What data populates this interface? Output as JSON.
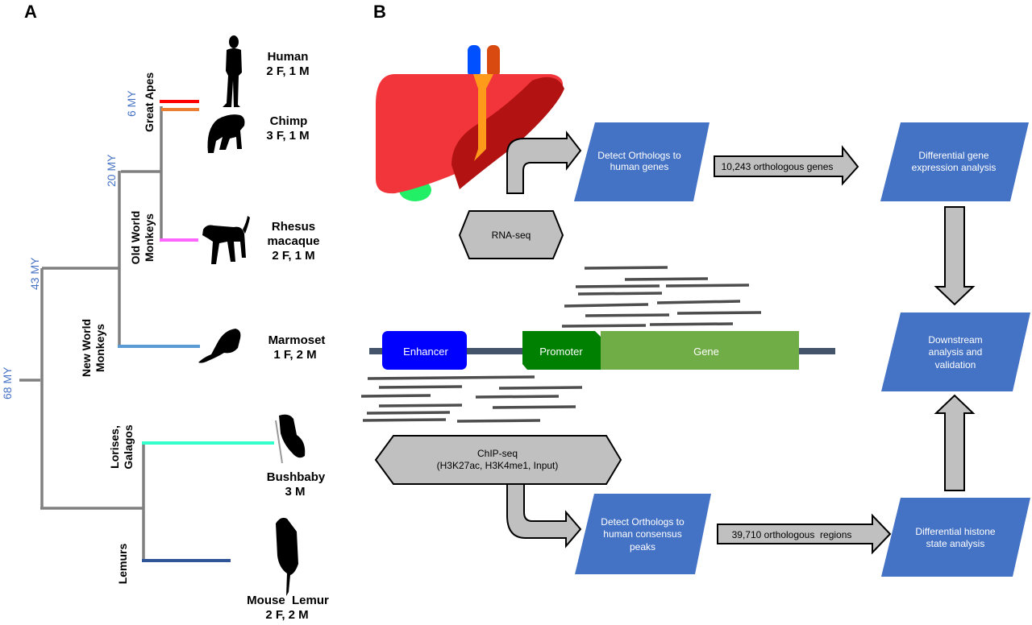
{
  "panel_a": {
    "letter": "A",
    "time_labels": [
      "6 MY",
      "20 MY",
      "43 MY",
      "68 MY"
    ],
    "clades": {
      "great_apes": "Great Apes",
      "old_world_1": "Old World",
      "old_world_2": "Monkeys",
      "new_world_1": "New World",
      "new_world_2": "Monkeys",
      "lorises_1": "Lorises,",
      "lorises_2": "Galagos",
      "lemurs": "Lemurs"
    },
    "species": [
      {
        "name": "Human",
        "samples": "2 F, 1 M",
        "color": "#ff0000"
      },
      {
        "name": "Chimp",
        "samples": "3 F, 1 M",
        "color": "#ed7d31"
      },
      {
        "name_lines": [
          "Rhesus",
          "macaque"
        ],
        "samples": "2 F, 1 M",
        "color": "#ff66ff"
      },
      {
        "name": "Marmoset",
        "samples": "1 F, 2 M",
        "color": "#5b9bd5"
      },
      {
        "name": "Bushbaby",
        "samples": "3 M",
        "color": "#33ffcc"
      },
      {
        "name": "Mouse  Lemur",
        "samples": "2 F, 2 M",
        "color": "#2f5597"
      }
    ]
  },
  "panel_b": {
    "letter": "B",
    "rna_seq": "RNA-seq",
    "detect_genes": [
      "Detect Orthologs to",
      "human genes"
    ],
    "genes_arrow": "10,243 orthologous genes",
    "diff_gene": [
      "Differential gene",
      "expression analysis"
    ],
    "downstream": [
      "Downstream",
      "analysis and",
      "validation"
    ],
    "enhancer": "Enhancer",
    "promoter": "Promoter",
    "gene": "Gene",
    "chip_seq": [
      "ChIP-seq",
      "(H3K27ac, H3K4me1, Input)"
    ],
    "detect_peaks": [
      "Detect Orthologs to",
      "human consensus",
      "peaks"
    ],
    "regions_arrow": "39,710 orthologous  regions",
    "diff_histone": [
      "Differential histone",
      "state analysis"
    ],
    "colors": {
      "box_blue": "#4472c4",
      "enhancer": "#0000ff",
      "promoter": "#008000",
      "gene": "#70ad47",
      "dna": "#44546a",
      "arrow_gray": "#c0c0c0"
    }
  }
}
